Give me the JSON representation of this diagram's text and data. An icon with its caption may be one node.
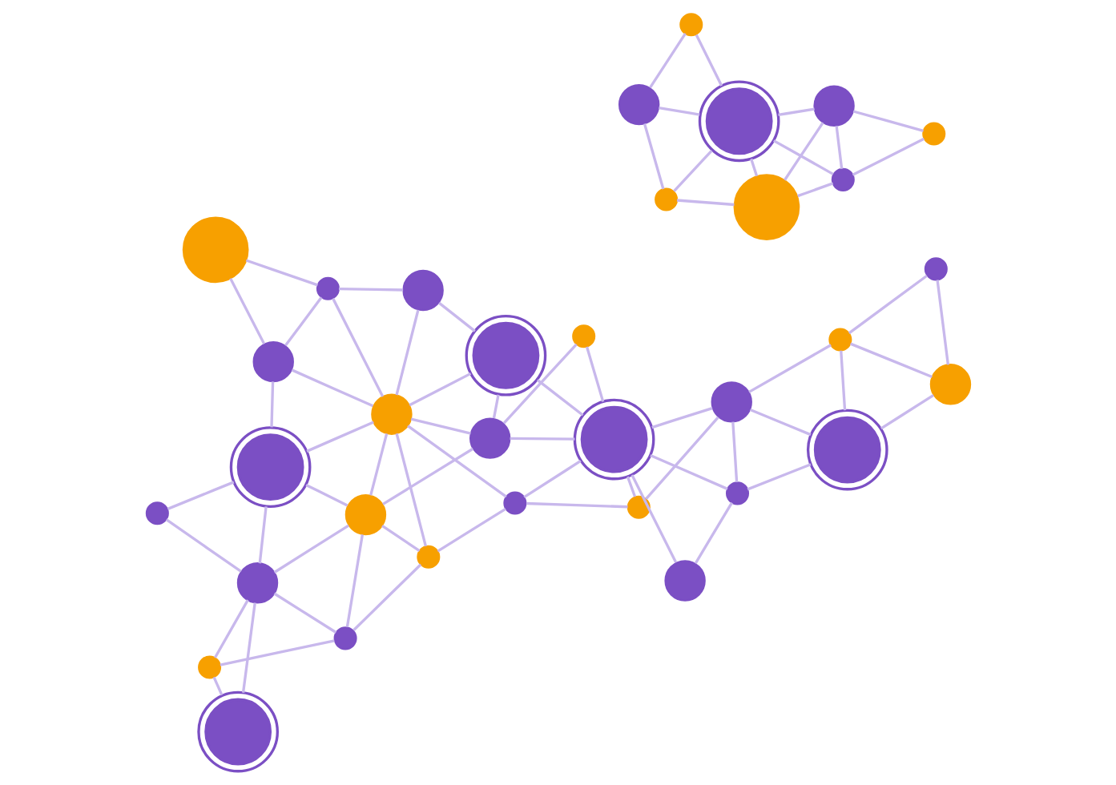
{
  "diagram": {
    "nodes": [
      {
        "text": [],
        "shape": "circle"
      },
      {
        "text": [],
        "shape": "circle"
      },
      {
        "text": [],
        "shape": "circle"
      },
      {
        "text": [],
        "shape": "circle"
      },
      {
        "text": [],
        "shape": "circle"
      },
      {
        "text": [],
        "shape": "circle"
      },
      {
        "text": [],
        "shape": "circle"
      },
      {
        "text": [],
        "shape": "circle"
      },
      {
        "text": [],
        "shape": "circle"
      },
      {
        "text": [],
        "shape": "circle"
      },
      {
        "text": [],
        "shape": "circle"
      },
      {
        "text": [],
        "shape": "circle"
      },
      {
        "text": [],
        "shape": "circle"
      },
      {
        "text": [],
        "shape": "circle"
      },
      {
        "text": [],
        "shape": "circle"
      },
      {
        "text": [],
        "shape": "circle"
      },
      {
        "text": [],
        "shape": "circle"
      },
      {
        "text": [],
        "shape": "circle"
      },
      {
        "text": [],
        "shape": "circle"
      },
      {
        "text": [],
        "shape": "circle"
      },
      {
        "text": [],
        "shape": "circle"
      },
      {
        "text": [],
        "shape": "circle"
      },
      {
        "text": [],
        "shape": "circle"
      },
      {
        "text": [],
        "shape": "circle"
      },
      {
        "text": [],
        "shape": "circle"
      },
      {
        "text": [],
        "shape": "circle"
      },
      {
        "text": [],
        "shape": "circle"
      },
      {
        "text": [],
        "shape": "circle"
      },
      {
        "text": [],
        "shape": "circle"
      },
      {
        "text": [],
        "shape": "circle"
      },
      {
        "text": [],
        "shape": "circle"
      },
      {
        "text": [],
        "shape": "circle"
      },
      {
        "text": [],
        "shape": "circle"
      },
      {
        "text": [],
        "shape": "circle"
      }
    ],
    "edges": [
      {
        "from": 4,
        "to": 0,
        "arrow": "none"
      },
      {
        "from": 4,
        "to": 9,
        "arrow": "none"
      },
      {
        "from": 0,
        "to": 9,
        "arrow": "none"
      },
      {
        "from": 0,
        "to": 7,
        "arrow": "none"
      },
      {
        "from": 7,
        "to": 9,
        "arrow": "none"
      },
      {
        "from": 7,
        "to": 13,
        "arrow": "none"
      },
      {
        "from": 7,
        "to": 11,
        "arrow": "none"
      },
      {
        "from": 9,
        "to": 13,
        "arrow": "none"
      },
      {
        "from": 9,
        "to": 14,
        "arrow": "none"
      },
      {
        "from": 9,
        "to": 15,
        "arrow": "none"
      },
      {
        "from": 14,
        "to": 15,
        "arrow": "none"
      },
      {
        "from": 13,
        "to": 11,
        "arrow": "none"
      },
      {
        "from": 13,
        "to": 15,
        "arrow": "none"
      },
      {
        "from": 13,
        "to": 18,
        "arrow": "none"
      },
      {
        "from": 13,
        "to": 21,
        "arrow": "none"
      },
      {
        "from": 11,
        "to": 18,
        "arrow": "none"
      },
      {
        "from": 11,
        "to": 16,
        "arrow": "none"
      },
      {
        "from": 15,
        "to": 18,
        "arrow": "none"
      },
      {
        "from": 15,
        "to": 19,
        "arrow": "none"
      },
      {
        "from": 19,
        "to": 18,
        "arrow": "none"
      },
      {
        "from": 19,
        "to": 25,
        "arrow": "none"
      },
      {
        "from": 19,
        "to": 30,
        "arrow": "none"
      },
      {
        "from": 25,
        "to": 18,
        "arrow": "none"
      },
      {
        "from": 25,
        "to": 30,
        "arrow": "none"
      },
      {
        "from": 25,
        "to": 31,
        "arrow": "none"
      },
      {
        "from": 18,
        "to": 31,
        "arrow": "none"
      },
      {
        "from": 18,
        "to": 28,
        "arrow": "none"
      },
      {
        "from": 18,
        "to": 16,
        "arrow": "none"
      },
      {
        "from": 18,
        "to": 21,
        "arrow": "none"
      },
      {
        "from": 16,
        "to": 17,
        "arrow": "none"
      },
      {
        "from": 16,
        "to": 23,
        "arrow": "none"
      },
      {
        "from": 21,
        "to": 28,
        "arrow": "none"
      },
      {
        "from": 21,
        "to": 23,
        "arrow": "none"
      },
      {
        "from": 21,
        "to": 32,
        "arrow": "none"
      },
      {
        "from": 17,
        "to": 23,
        "arrow": "none"
      },
      {
        "from": 17,
        "to": 24,
        "arrow": "none"
      },
      {
        "from": 23,
        "to": 28,
        "arrow": "none"
      },
      {
        "from": 23,
        "to": 24,
        "arrow": "none"
      },
      {
        "from": 23,
        "to": 32,
        "arrow": "none"
      },
      {
        "from": 23,
        "to": 33,
        "arrow": "none"
      },
      {
        "from": 23,
        "to": 26,
        "arrow": "none"
      },
      {
        "from": 24,
        "to": 20,
        "arrow": "none"
      },
      {
        "from": 24,
        "to": 26,
        "arrow": "none"
      },
      {
        "from": 24,
        "to": 29,
        "arrow": "none"
      },
      {
        "from": 26,
        "to": 33,
        "arrow": "none"
      },
      {
        "from": 26,
        "to": 29,
        "arrow": "none"
      },
      {
        "from": 20,
        "to": 29,
        "arrow": "none"
      },
      {
        "from": 20,
        "to": 22,
        "arrow": "none"
      },
      {
        "from": 20,
        "to": 27,
        "arrow": "none"
      },
      {
        "from": 22,
        "to": 29,
        "arrow": "none"
      },
      {
        "from": 22,
        "to": 27,
        "arrow": "none"
      },
      {
        "from": 31,
        "to": 28,
        "arrow": "none"
      },
      {
        "from": 1,
        "to": 3,
        "arrow": "none"
      },
      {
        "from": 1,
        "to": 5,
        "arrow": "none"
      },
      {
        "from": 1,
        "to": 6,
        "arrow": "none"
      },
      {
        "from": 3,
        "to": 2,
        "arrow": "none"
      },
      {
        "from": 3,
        "to": 6,
        "arrow": "none"
      },
      {
        "from": 2,
        "to": 6,
        "arrow": "none"
      },
      {
        "from": 2,
        "to": 10,
        "arrow": "none"
      },
      {
        "from": 2,
        "to": 8,
        "arrow": "none"
      },
      {
        "from": 5,
        "to": 6,
        "arrow": "none"
      },
      {
        "from": 6,
        "to": 8,
        "arrow": "none"
      },
      {
        "from": 6,
        "to": 10,
        "arrow": "none"
      },
      {
        "from": 10,
        "to": 8,
        "arrow": "none"
      },
      {
        "from": 10,
        "to": 12,
        "arrow": "none"
      },
      {
        "from": 8,
        "to": 12,
        "arrow": "none"
      }
    ]
  }
}
